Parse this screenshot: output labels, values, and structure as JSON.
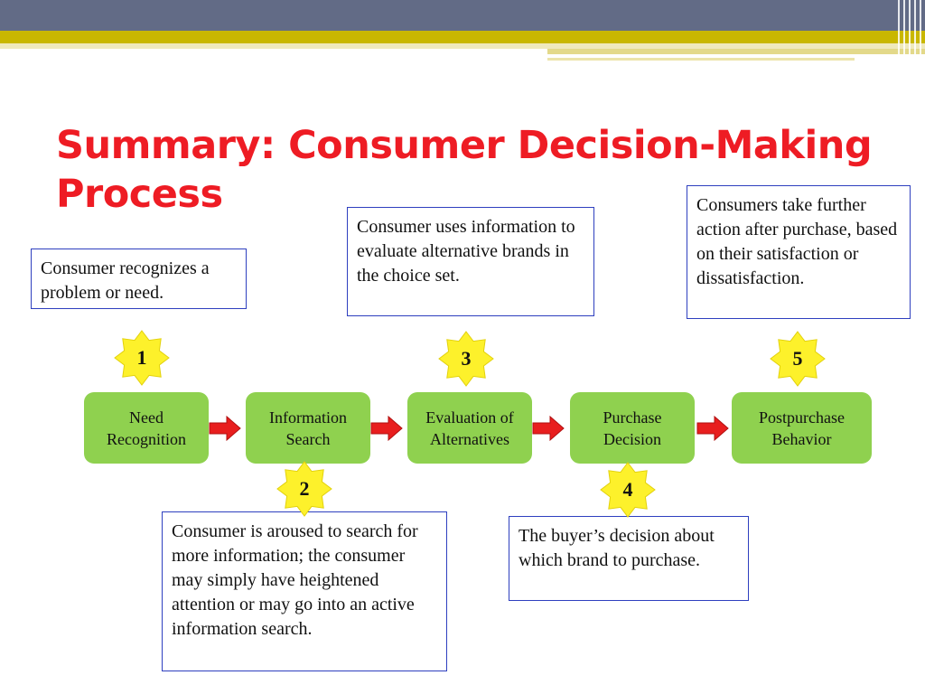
{
  "slide": {
    "title": "Summary: Consumer Decision-Making Process",
    "colors": {
      "title": "#ee1c24",
      "step_fill": "#8fd14f",
      "arrow": "#e81e1e",
      "star": "#fdf12b",
      "box_border": "#2e3fbf",
      "band_dark": "#626b86",
      "band_gold": "#c9b700"
    }
  },
  "steps": [
    {
      "number": "1",
      "label": "Need Recognition",
      "description": "Consumer recognizes a problem or need."
    },
    {
      "number": "2",
      "label": "Information Search",
      "description": "Consumer is aroused to search for more information; the consumer may simply have heightened attention or may go into an active information search."
    },
    {
      "number": "3",
      "label": "Evaluation of Alternatives",
      "description": "Consumer uses information to evaluate alternative brands in the choice set."
    },
    {
      "number": "4",
      "label": "Purchase Decision",
      "description": "The buyer’s decision about which brand to purchase."
    },
    {
      "number": "5",
      "label": "Postpurchase Behavior",
      "description": "Consumers take further action after purchase, based on their satisfaction or dissatisfaction."
    }
  ],
  "icons": {
    "arrow": "right-arrow-icon",
    "badge": "starburst-icon"
  }
}
